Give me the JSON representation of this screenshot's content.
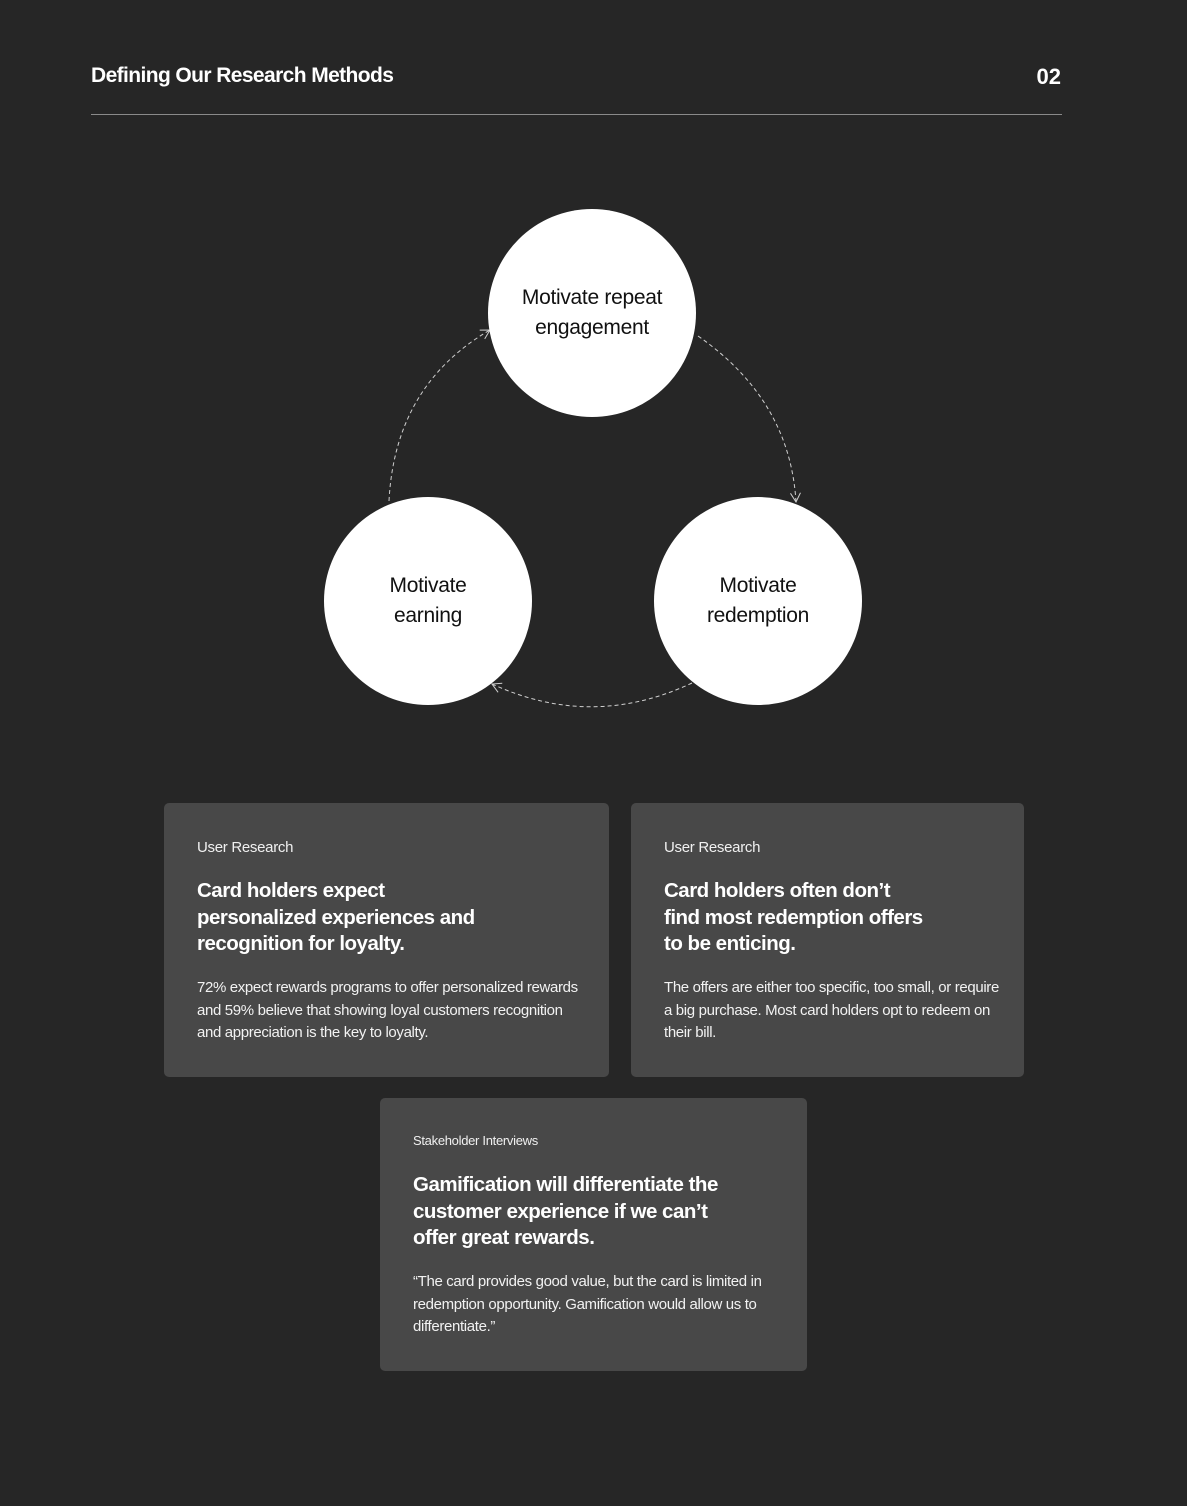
{
  "header": {
    "title": "Defining Our Research Methods",
    "page_number": "02"
  },
  "cycle": {
    "nodes": [
      {
        "label": "Motivate repeat engagement"
      },
      {
        "label": "Motivate redemption"
      },
      {
        "label": "Motivate earning"
      }
    ]
  },
  "cards": [
    {
      "tag": "User Research",
      "heading": "Card holders expect personalized experiences and recognition for loyalty.",
      "body": "72% expect rewards programs to offer personalized rewards and 59% believe that showing loyal customers recognition and appreciation is the key to loyalty."
    },
    {
      "tag": "User Research",
      "heading": "Card holders often don’t find most redemption offers to be enticing.",
      "body": "The offers are either too specific, too small, or require a big purchase. Most card holders opt to redeem on their bill."
    },
    {
      "tag": "Stakeholder Interviews",
      "heading": "Gamification will differentiate the customer experience if we can’t offer great rewards.",
      "body": "“The card provides good value, but the card is limited in redemption opportunity. Gamification would allow us to differentiate.”"
    }
  ],
  "colors": {
    "background": "#262626",
    "card": "#484848",
    "node": "#ffffff",
    "arrow": "#cfcfcf"
  }
}
